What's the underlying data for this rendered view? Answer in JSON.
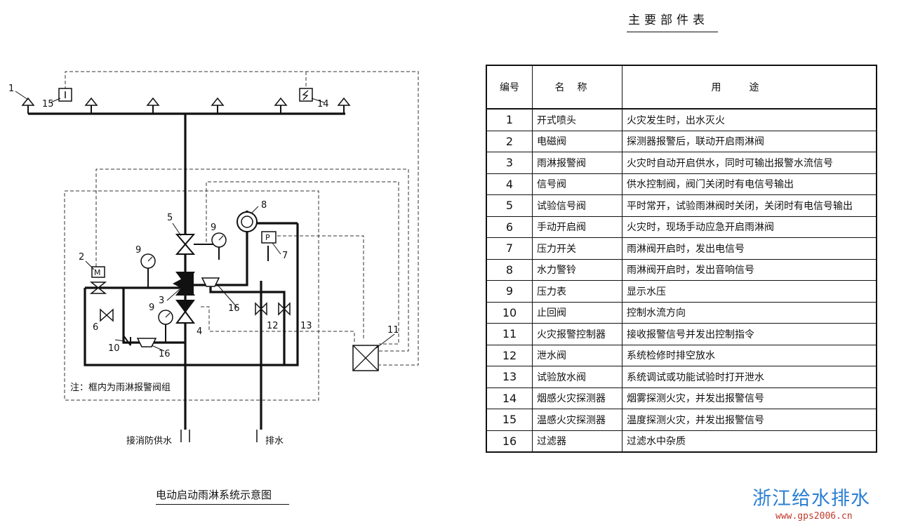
{
  "diagram": {
    "title": "电动启动雨淋系统示意图",
    "note": "注：框内为雨淋报警阀组",
    "inlet_label": "接消防供水",
    "drain_label": "排水",
    "callouts": [
      "1",
      "2",
      "3",
      "4",
      "5",
      "6",
      "7",
      "8",
      "9",
      "9",
      "9",
      "10",
      "11",
      "12",
      "13",
      "14",
      "15",
      "16",
      "16"
    ]
  },
  "table": {
    "title": "主要部件表",
    "headers": [
      "编号",
      "名称",
      "用途"
    ],
    "rows": [
      {
        "no": "1",
        "name": "开式喷头",
        "use": "火灾发生时，出水灭火"
      },
      {
        "no": "2",
        "name": "电磁阀",
        "use": "探测器报警后，联动开启雨淋阀"
      },
      {
        "no": "3",
        "name": "雨淋报警阀",
        "use": "火灾时自动开启供水，同时可输出报警水流信号"
      },
      {
        "no": "4",
        "name": "信号阀",
        "use": "供水控制阀，阀门关闭时有电信号输出"
      },
      {
        "no": "5",
        "name": "试验信号阀",
        "use": "平时常开，试验雨淋阀时关闭，关闭时有电信号输出"
      },
      {
        "no": "6",
        "name": "手动开启阀",
        "use": "火灾时，现场手动应急开启雨淋阀"
      },
      {
        "no": "7",
        "name": "压力开关",
        "use": "雨淋阀开启时，发出电信号"
      },
      {
        "no": "8",
        "name": "水力警铃",
        "use": "雨淋阀开启时，发出音响信号"
      },
      {
        "no": "9",
        "name": "压力表",
        "use": "显示水压"
      },
      {
        "no": "10",
        "name": "止回阀",
        "use": "控制水流方向"
      },
      {
        "no": "11",
        "name": "火灾报警控制器",
        "use": "接收报警信号并发出控制指令"
      },
      {
        "no": "12",
        "name": "泄水阀",
        "use": "系统检修时排空放水"
      },
      {
        "no": "13",
        "name": "试验放水阀",
        "use": "系统调试或功能试验时打开泄水"
      },
      {
        "no": "14",
        "name": "烟感火灾探测器",
        "use": "烟雾探测火灾，并发出报警信号"
      },
      {
        "no": "15",
        "name": "温感火灾探测器",
        "use": "温度探测火灾，并发出报警信号"
      },
      {
        "no": "16",
        "name": "过滤器",
        "use": "过滤水中杂质"
      }
    ]
  },
  "watermark": {
    "text": "浙江给水排水",
    "url": "www.gps2006.cn",
    "color": "#2a7fd4"
  }
}
